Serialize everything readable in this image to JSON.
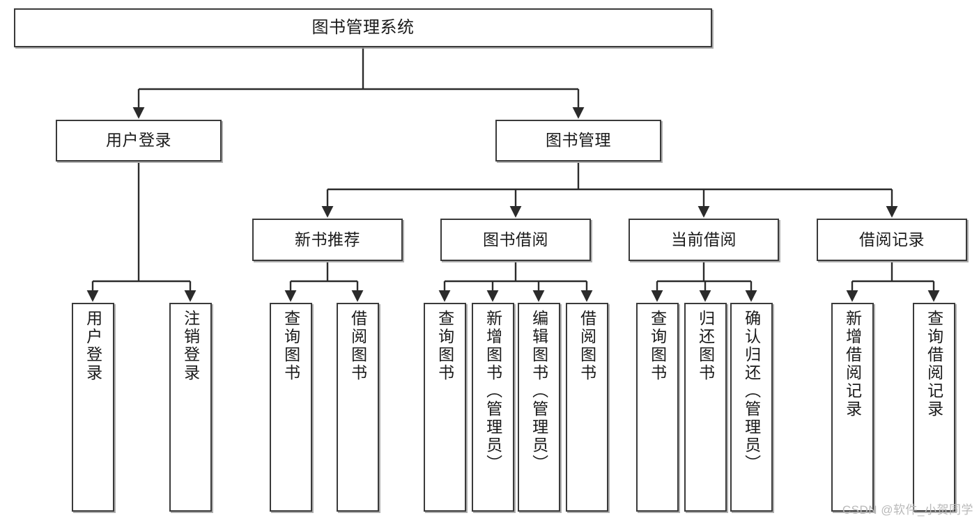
{
  "diagram": {
    "title": "图书管理系统",
    "type": "tree-hierarchy",
    "root": {
      "label": "图书管理系统"
    },
    "level2": [
      {
        "label": "用户登录"
      },
      {
        "label": "图书管理"
      }
    ],
    "level3": [
      {
        "label": "新书推荐"
      },
      {
        "label": "图书借阅"
      },
      {
        "label": "当前借阅"
      },
      {
        "label": "借阅记录"
      }
    ],
    "leaves": {
      "user_login": [
        {
          "label": "用户登录"
        },
        {
          "label": "注销登录"
        }
      ],
      "new_book_recommend": [
        {
          "label": "查询图书"
        },
        {
          "label": "借阅图书"
        }
      ],
      "book_borrow": [
        {
          "label": "查询图书"
        },
        {
          "label": "新增图书（管理员）"
        },
        {
          "label": "编辑图书（管理员）"
        },
        {
          "label": "借阅图书"
        }
      ],
      "current_borrow": [
        {
          "label": "查询图书"
        },
        {
          "label": "归还图书"
        },
        {
          "label": "确认归还（管理员）"
        }
      ],
      "borrow_record": [
        {
          "label": "新增借阅记录"
        },
        {
          "label": "查询借阅记录"
        }
      ]
    }
  },
  "watermark": {
    "text": "CSDN @软件_小贺同学"
  },
  "colors": {
    "box_border": "#3a3a3a",
    "box_fill": "#ffffff",
    "connector": "#2b2b2b",
    "text": "#1a1a1a",
    "watermark": "#b9b9b9"
  }
}
